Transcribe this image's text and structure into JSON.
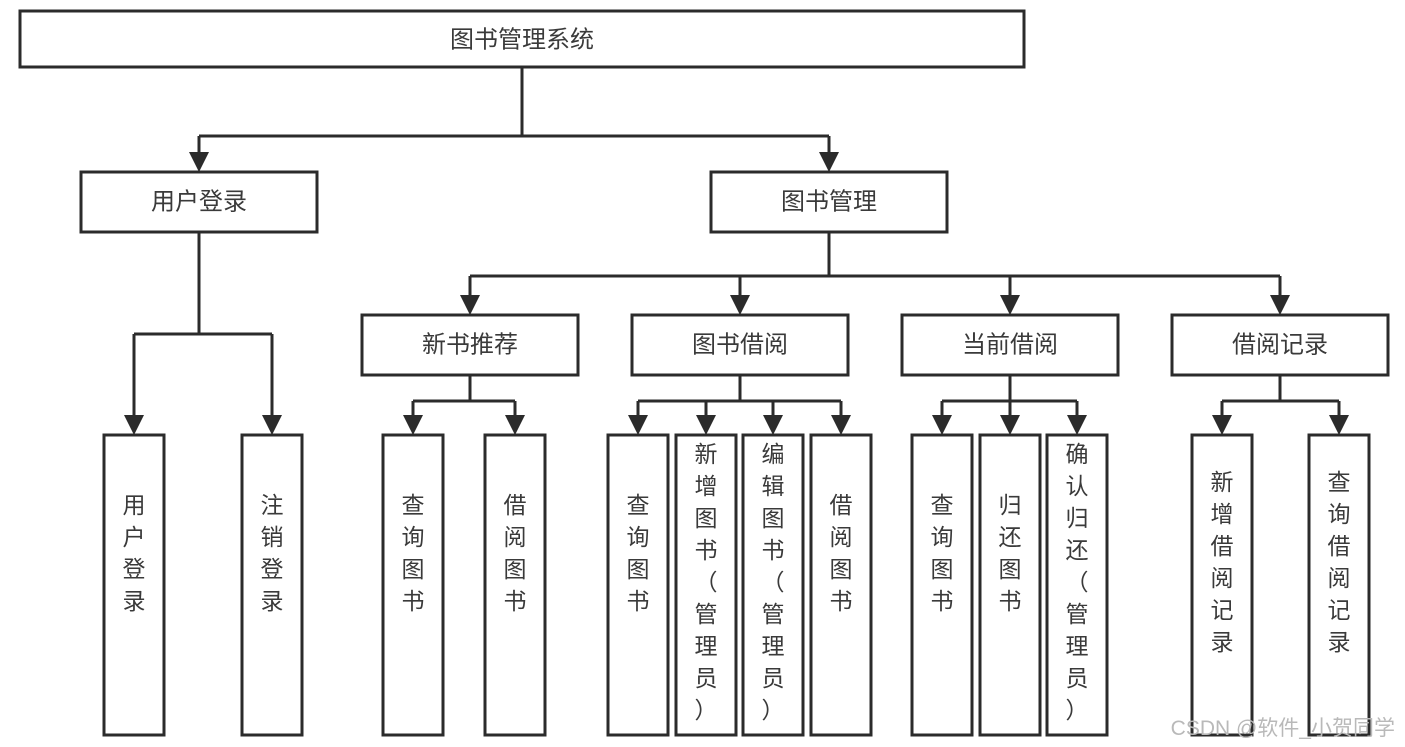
{
  "diagram": {
    "title_node": {
      "label": "图书管理系统"
    },
    "level2": [
      {
        "id": "user-login",
        "label": "用户登录"
      },
      {
        "id": "book-manage",
        "label": "图书管理"
      }
    ],
    "level3": [
      {
        "id": "new-book-rec",
        "label": "新书推荐"
      },
      {
        "id": "book-borrow",
        "label": "图书借阅"
      },
      {
        "id": "current-borrow",
        "label": "当前借阅"
      },
      {
        "id": "borrow-record",
        "label": "借阅记录"
      }
    ],
    "leaves": [
      {
        "id": "leaf-user-login",
        "label": "用户登录",
        "parent": "user-login"
      },
      {
        "id": "leaf-logout-login",
        "label": "注销登录",
        "parent": "user-login"
      },
      {
        "id": "leaf-query-book-1",
        "label": "查询图书",
        "parent": "new-book-rec"
      },
      {
        "id": "leaf-borrow-book-1",
        "label": "借阅图书",
        "parent": "new-book-rec"
      },
      {
        "id": "leaf-query-book-2",
        "label": "查询图书",
        "parent": "book-borrow"
      },
      {
        "id": "leaf-add-book",
        "label": "新增图书（管理员）",
        "parent": "book-borrow"
      },
      {
        "id": "leaf-edit-book",
        "label": "编辑图书（管理员）",
        "parent": "book-borrow"
      },
      {
        "id": "leaf-borrow-book-2",
        "label": "借阅图书",
        "parent": "book-borrow"
      },
      {
        "id": "leaf-query-book-3",
        "label": "查询图书",
        "parent": "current-borrow"
      },
      {
        "id": "leaf-return-book",
        "label": "归还图书",
        "parent": "current-borrow"
      },
      {
        "id": "leaf-confirm-return",
        "label": "确认归还（管理员）",
        "parent": "current-borrow"
      },
      {
        "id": "leaf-add-record",
        "label": "新增借阅记录",
        "parent": "borrow-record"
      },
      {
        "id": "leaf-query-record",
        "label": "查询借阅记录",
        "parent": "borrow-record"
      }
    ],
    "watermark": "CSDN @软件_小贺同学",
    "colors": {
      "stroke": "#2b2b2b",
      "box_fill": "#ffffff",
      "text": "#3a3a3a",
      "watermark": "#b9b9b9",
      "background": "#ffffff"
    }
  }
}
